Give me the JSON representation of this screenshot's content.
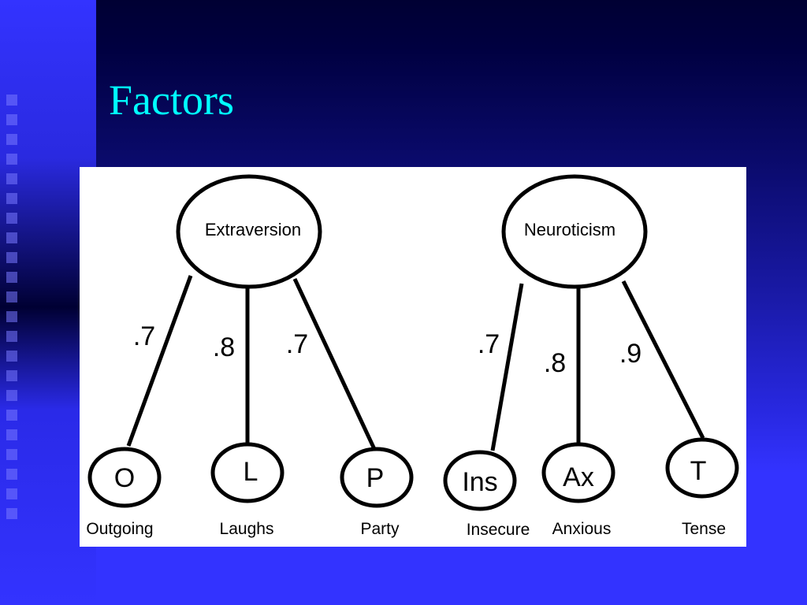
{
  "slide": {
    "title": "Factors",
    "colors": {
      "background": "#3333ff",
      "title": "#00ffff",
      "panel": "#ffffff",
      "ink": "#000000"
    }
  },
  "diagram": {
    "factors": [
      {
        "name": "Extraversion",
        "items": [
          {
            "label": "O",
            "caption": "Outgoing",
            "loading": ".7"
          },
          {
            "label": "L",
            "caption": "Laughs",
            "loading": ".8"
          },
          {
            "label": "P",
            "caption": "Party",
            "loading": ".7"
          }
        ]
      },
      {
        "name": "Neuroticism",
        "items": [
          {
            "label": "Ins",
            "caption": "Insecure",
            "loading": ".7"
          },
          {
            "label": "Ax",
            "caption": "Anxious",
            "loading": ".8"
          },
          {
            "label": "T",
            "caption": "Tense",
            "loading": ".9"
          }
        ]
      }
    ]
  }
}
